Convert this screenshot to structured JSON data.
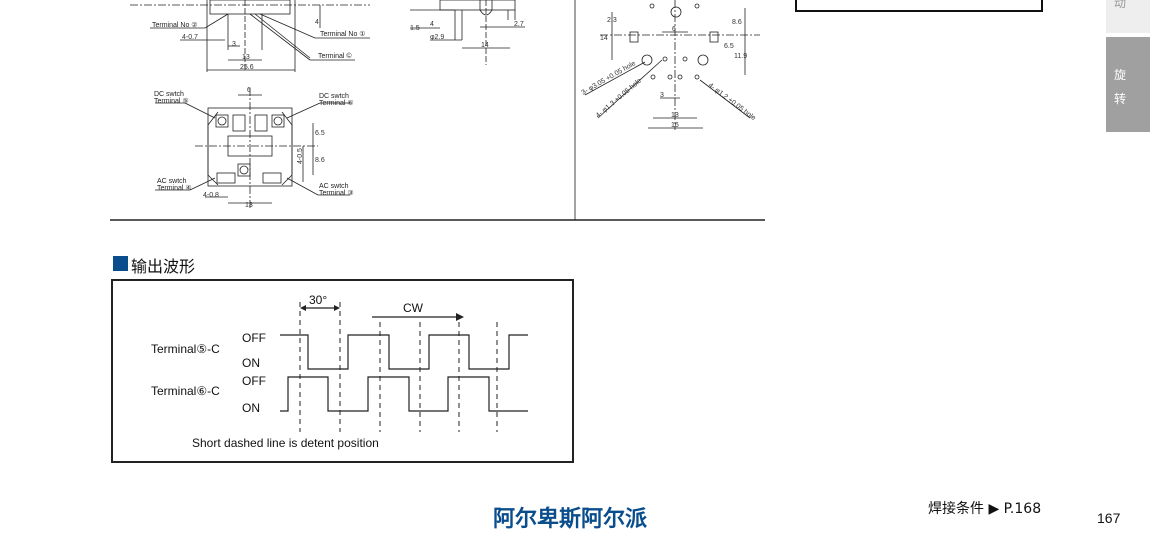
{
  "drawings": {
    "top_left": {
      "terminal_no2": "Terminal No ②",
      "terminal_no1": "Terminal No ①",
      "terminal_c": "Terminal ©",
      "d_4_07": "4-0.7",
      "d_3": "3",
      "d_13": "13",
      "d_256": "25.6",
      "d_4": "4"
    },
    "bottom_left": {
      "dc_left_1": "DC swtch",
      "dc_left_2": "Terminal ⑤",
      "dc_right_1": "DC swtch",
      "dc_right_2": "Terminal ⑥",
      "ac_left_1": "AC swtch",
      "ac_left_2": "Terminal ④",
      "ac_right_1": "AC swtch",
      "ac_right_2": "Terminal ③",
      "d_6": "6",
      "d_65": "6.5",
      "d_86": "8.6",
      "d_405": "4-0.5",
      "d_408": "4-0.8",
      "d_13": "13"
    },
    "middle": {
      "d_15": "1.5",
      "d_4": "4",
      "d_29": "φ2.9",
      "d_27": "2.7",
      "d_14": "14"
    },
    "right": {
      "d_23": "2.3",
      "d_14": "14",
      "d_6": "6",
      "d_86": "8.6",
      "d_65": "6.5",
      "d_119": "11.9",
      "hole1": "3- φ3.05 +0.05 hole",
      "hole2": "4- φ1.3 +0.05 hole",
      "hole3": "4- φ1.2 +0.05 hole",
      "d_3": "3",
      "d_13": "13",
      "d_16": "16"
    }
  },
  "section": {
    "title": "输出波形",
    "accent": "#0a4d8c"
  },
  "waveform": {
    "angle_label": "30°",
    "direction_label": "CW",
    "t5_label": "Terminal⑤-C",
    "t6_label": "Terminal⑥-C",
    "off": "OFF",
    "on": "ON",
    "caption": "Short dashed line is detent position"
  },
  "side_tabs": {
    "prev_tab": "动",
    "current_tab_1": "旋",
    "current_tab_2": "转"
  },
  "footer": {
    "brand": "阿尔卑斯阿尔派",
    "reference": "焊接条件 ▶ P.168",
    "page_number": "167",
    "brand_color": "#0a4d8c"
  }
}
